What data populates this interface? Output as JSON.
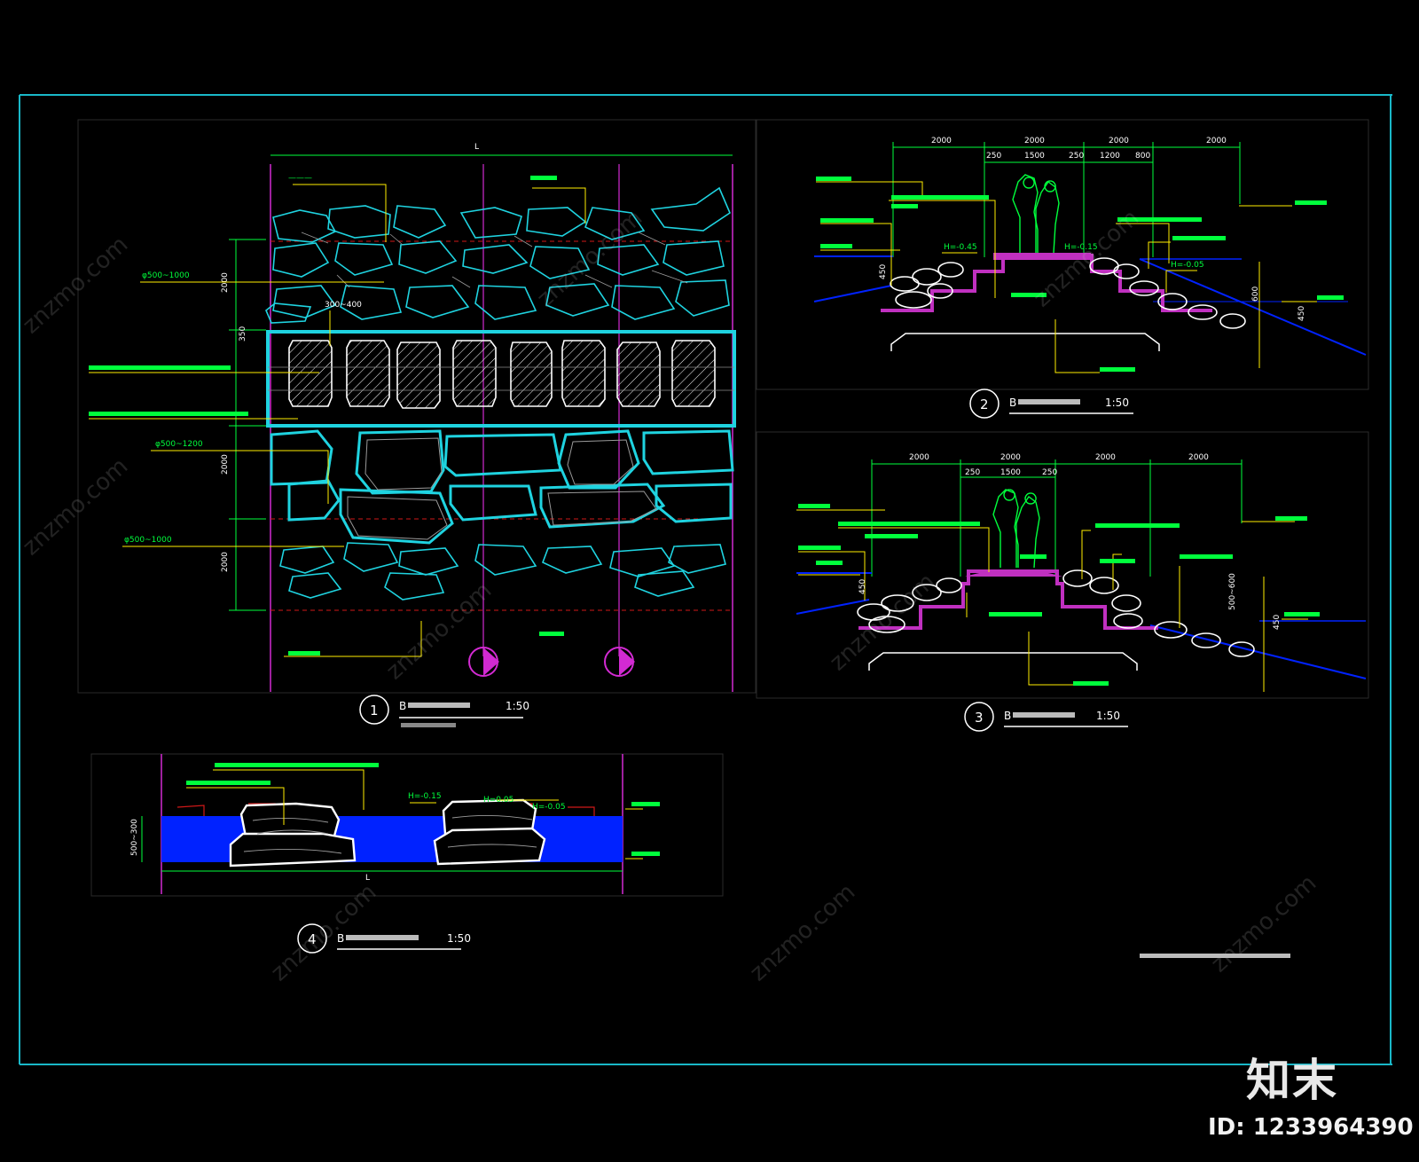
{
  "colors": {
    "frame": "#19b8c8",
    "stone": "#1fd3e0",
    "leader": "#ffee00",
    "label": "#00ff3c",
    "axis": "#d22ad2",
    "water": "#0022ff",
    "step": "#c030c0",
    "hatch": "#ffffff",
    "red_dash": "#d01818"
  },
  "panels": {
    "p1": {
      "number": "1",
      "scale": "1:50",
      "title": "B",
      "top_dim": "L",
      "side_dims": [
        "2000",
        "350",
        "2000",
        "2000"
      ],
      "inner_dim": "300~400",
      "labels": [
        "φ500~1000",
        "φ500~1200",
        "φ500~1000"
      ]
    },
    "p2": {
      "number": "2",
      "scale": "1:50",
      "title": "B",
      "top_dims": [
        "2000",
        "2000",
        "2000",
        "2000"
      ],
      "sub_dims": [
        "250",
        "1500",
        "250",
        "1200",
        "800"
      ],
      "level_labels": [
        "H=-0.45",
        "H=-0.15",
        "H=-0.05"
      ],
      "right_dims": [
        "600",
        "450"
      ]
    },
    "p3": {
      "number": "3",
      "scale": "1:50",
      "title": "B",
      "top_dims": [
        "2000",
        "2000",
        "2000",
        "2000"
      ],
      "sub_dims": [
        "250",
        "1500",
        "250"
      ],
      "right_dims": [
        "500~600",
        "450"
      ]
    },
    "p4": {
      "number": "4",
      "scale": "1:50",
      "title": "B",
      "bottom_dim": "L",
      "left_dim": "500~300",
      "level_labels": [
        "H=-0.15",
        "H=0.05",
        "H=-0.05"
      ]
    }
  },
  "watermark": "znzmo.com",
  "brand": "知末",
  "image_id": "ID: 1233964390"
}
